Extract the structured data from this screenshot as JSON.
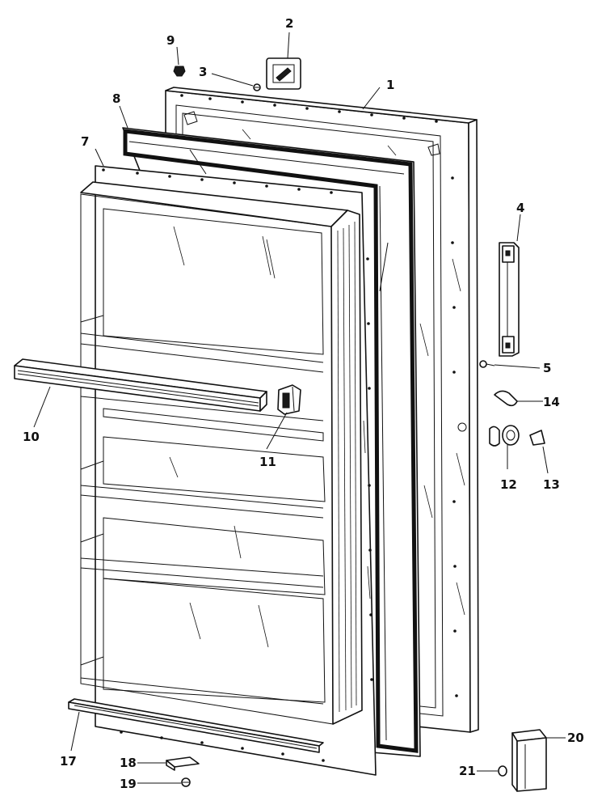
{
  "callouts": {
    "c1": "1",
    "c2": "2",
    "c3": "3",
    "c4": "4",
    "c5": "5",
    "c7": "7",
    "c8": "8",
    "c9": "9",
    "c10": "10",
    "c11": "11",
    "c12": "12",
    "c13": "13",
    "c14": "14",
    "c17": "17",
    "c18": "18",
    "c19": "19",
    "c20": "20",
    "c21": "21"
  }
}
